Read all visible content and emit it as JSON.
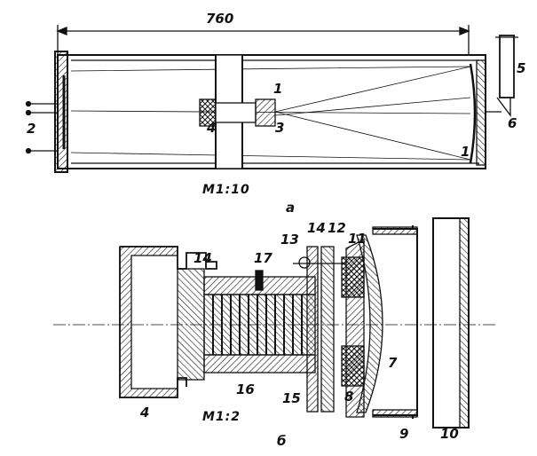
{
  "figure_a": {
    "dimension": "760",
    "scale": "М1:10",
    "caption": "а",
    "labels": {
      "eyepiece_tube_1": "1",
      "end_cap": "2",
      "focus_ring": "3",
      "eyepiece": "4",
      "finder": "5",
      "diagonal": "6",
      "mirror_1": "1"
    }
  },
  "figure_b": {
    "scale": "М1:2",
    "caption": "б",
    "labels": {
      "cup": "4",
      "mirror": "7",
      "cell_block": "8",
      "rim": "9",
      "cap": "10",
      "pad": "11",
      "plate_12": "12",
      "screw": "13",
      "plate_14_top": "14",
      "thread_sleeve": "14",
      "lock_plate": "15",
      "focus_tube": "16",
      "pin": "17"
    }
  },
  "colors": {
    "ink": "#111111",
    "paper": "#ffffff"
  }
}
